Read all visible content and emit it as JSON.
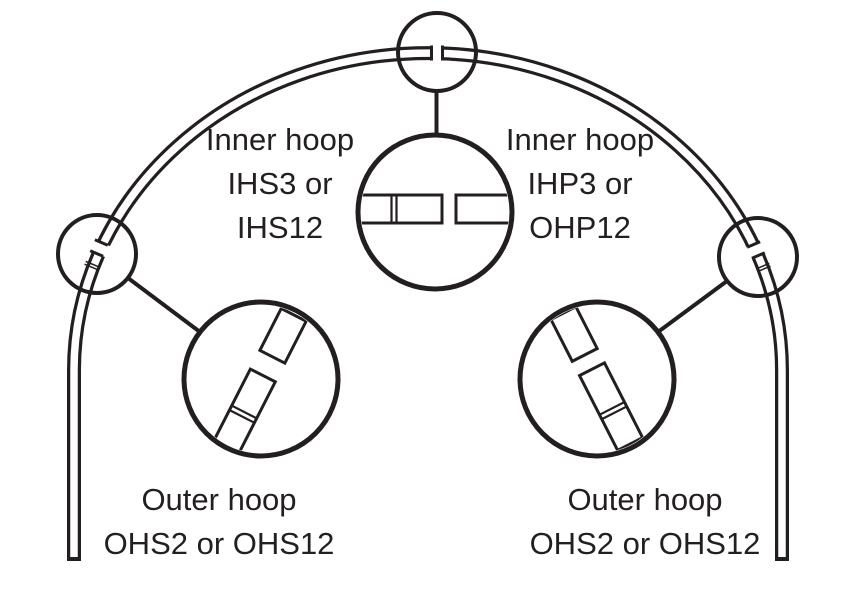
{
  "colors": {
    "ink": "#231f20",
    "background": "#ffffff"
  },
  "labels": {
    "inner_left": {
      "lines": [
        "Inner hoop",
        "IHS3 or",
        "IHS12"
      ]
    },
    "inner_right": {
      "lines": [
        "Inner hoop",
        "IHP3 or",
        "OHP12"
      ]
    },
    "outer_left": {
      "lines": [
        "Outer hoop",
        "OHS2 or OHS12"
      ]
    },
    "outer_right": {
      "lines": [
        "Outer hoop",
        "OHS2 or OHS12"
      ]
    }
  }
}
